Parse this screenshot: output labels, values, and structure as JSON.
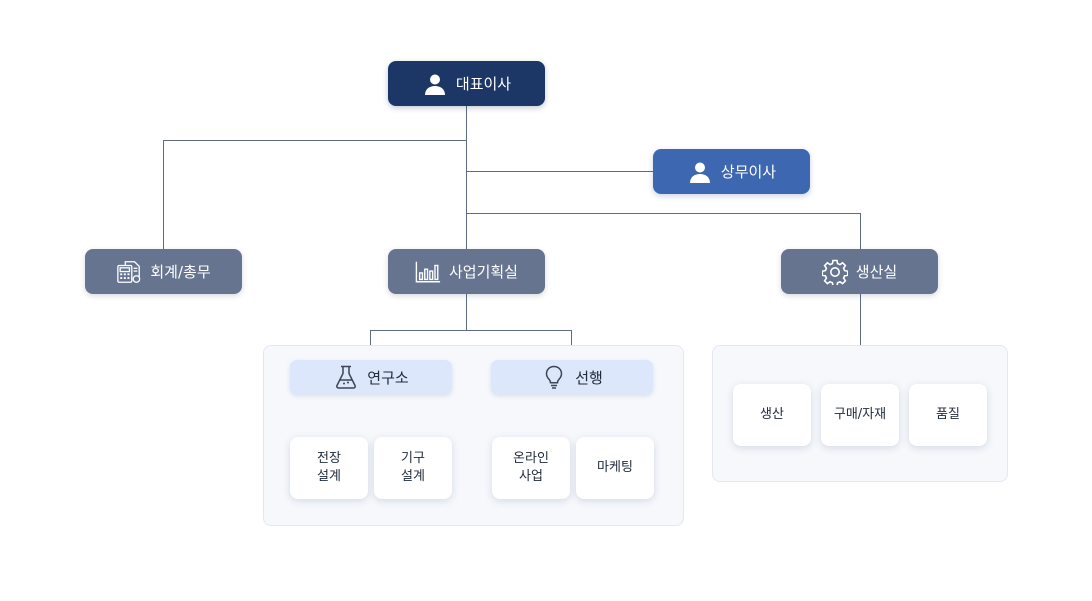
{
  "org": {
    "ceo": {
      "label": "대표이사",
      "icon": "person-icon"
    },
    "exec": {
      "label": "상무이사",
      "icon": "person-icon"
    },
    "departments": [
      {
        "label": "회계/총무",
        "icon": "calculator-icon"
      },
      {
        "label": "사업기획실",
        "icon": "bar-chart-icon"
      },
      {
        "label": "생산실",
        "icon": "gear-icon"
      }
    ],
    "business_groups": [
      {
        "label": "연구소",
        "icon": "flask-icon",
        "teams": [
          "전장\n설계",
          "기구\n설계"
        ]
      },
      {
        "label": "선행",
        "icon": "lightbulb-icon",
        "teams": [
          "온라인\n사업",
          "마케팅"
        ]
      }
    ],
    "production_teams": [
      "생산",
      "구매/자재",
      "품질"
    ]
  },
  "colors": {
    "ceo": "#1c3765",
    "exec": "#3e67b1",
    "department": "#66748f",
    "subgroup": "#dce7fb",
    "connector": "#5e6b80",
    "panel": "#f6f8fc"
  }
}
